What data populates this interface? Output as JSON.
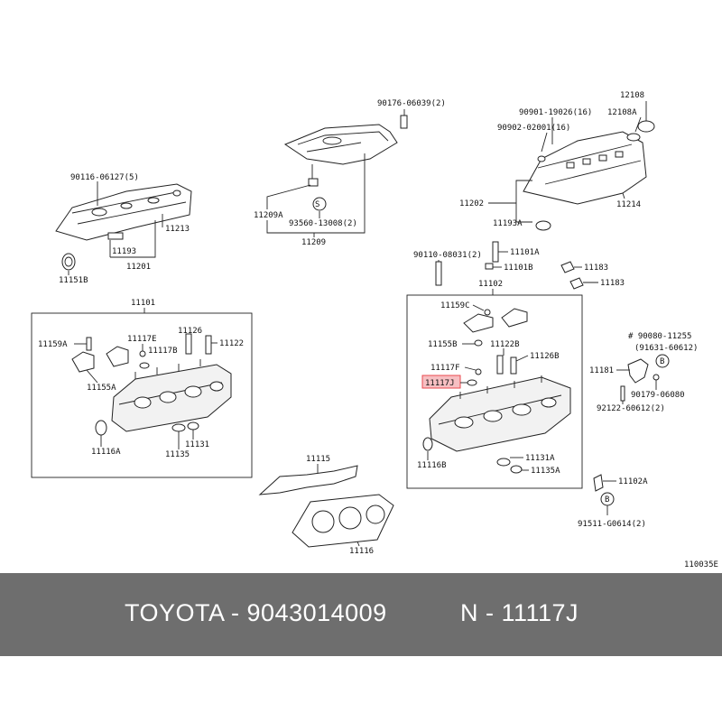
{
  "diagram": {
    "labels": {
      "p90176": "90176-06039(2)",
      "p90116": "90116-06127(5)",
      "p11213": "11213",
      "p11193": "11193",
      "p11201": "11201",
      "p11151b": "11151B",
      "p11209a": "11209A",
      "p93560": "93560-13008(2)",
      "p11209": "11209",
      "p90901": "90901-19026(16)",
      "p90902": "90902-02001(16)",
      "p12108": "12108",
      "p12108a": "12108A",
      "p11202": "11202",
      "p11214": "11214",
      "p11193a": "11193A",
      "p90110": "90110-08031(2)",
      "p11101a": "11101A",
      "p11101b": "11101B",
      "p11183a": "11183",
      "p11183b": "11183",
      "p11101": "11101",
      "p11102": "11102",
      "p11159a": "11159A",
      "p11117e": "11117E",
      "p11117b": "11117B",
      "p11126": "11126",
      "p11122": "11122",
      "p11155a": "11155A",
      "p11116a": "11116A",
      "p11131": "11131",
      "p11135": "11135",
      "p11159c": "11159C",
      "p11155b": "11155B",
      "p11122b": "11122B",
      "p11126b": "11126B",
      "p11117f": "11117F",
      "p11117j": "11117J",
      "p11116b": "11116B",
      "p11131a": "11131A",
      "p11135a": "11135A",
      "p90080": "# 90080-11255",
      "p91631": "(91631-60612)",
      "pB1": "B",
      "p11181": "11181",
      "p90179": "90179-06080",
      "p92122": "92122-60612(2)",
      "p11102a": "11102A",
      "pB2": "B",
      "p91511": "91511-G0614(2)",
      "p11115": "11115",
      "p11116": "11116",
      "pS": "S",
      "code": "110035E"
    },
    "highlight_color": "#e8484f"
  },
  "footer": {
    "left": "TOYOTA - 9043014009",
    "right": "N - 11117J"
  },
  "colors": {
    "footer_bg": "#6e6e6e",
    "footer_text": "#ffffff"
  }
}
